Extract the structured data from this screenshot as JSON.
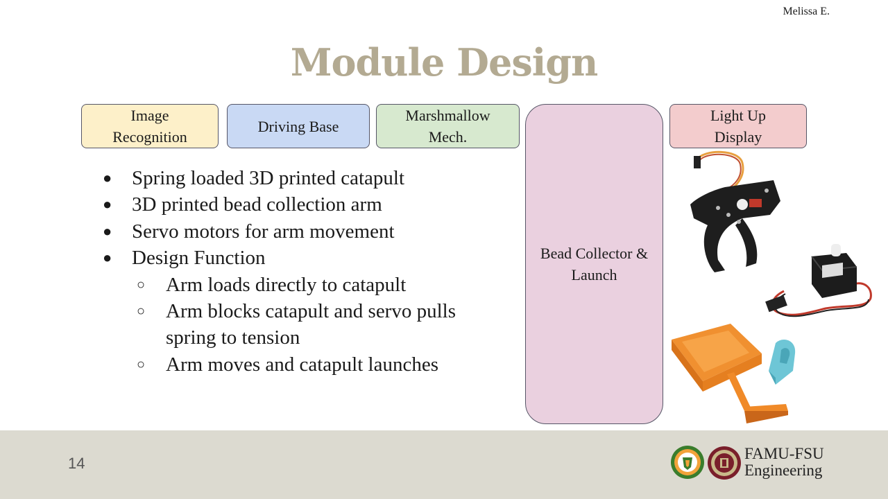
{
  "author": "Melissa E.",
  "title": "Module Design",
  "tabs": {
    "image_recognition": "Image Recognition",
    "driving_base": "Driving Base",
    "marshmallow": "Marshmallow Mech.",
    "bead_collector": "Bead Collector & Launch",
    "light_up": "Light Up Display"
  },
  "bullets": [
    "Spring loaded 3D printed catapult",
    "3D printed bead collection arm",
    "Servo motors for arm movement",
    "Design Function"
  ],
  "sub_bullets": [
    "Arm loads directly to catapult",
    "Arm blocks catapult and servo pulls spring to tension",
    "Arm moves and catapult launches"
  ],
  "footer": {
    "page_number": "14",
    "org_line1": "FAMU-FSU",
    "org_line2": "Engineering"
  },
  "icons": {
    "gripper": "gripper-arm-image",
    "servo": "servo-motor-image",
    "catapult": "catapult-model-image"
  }
}
